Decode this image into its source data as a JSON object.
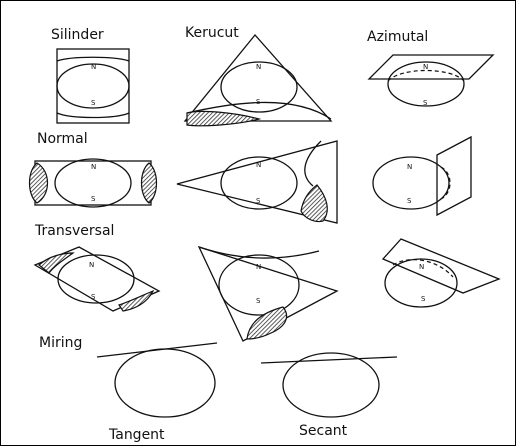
{
  "labels": {
    "silinder": "Silinder",
    "kerucut": "Kerucut",
    "azimutal": "Azimutal",
    "normal": "Normal",
    "transversal": "Transversal",
    "miring": "Miring",
    "tangent": "Tangent",
    "secant": "Secant"
  },
  "pole_marks": {
    "north": "N",
    "south": "S"
  },
  "colors": {
    "line": "#111111",
    "background": "#ffffff",
    "hatch": "#333333"
  }
}
